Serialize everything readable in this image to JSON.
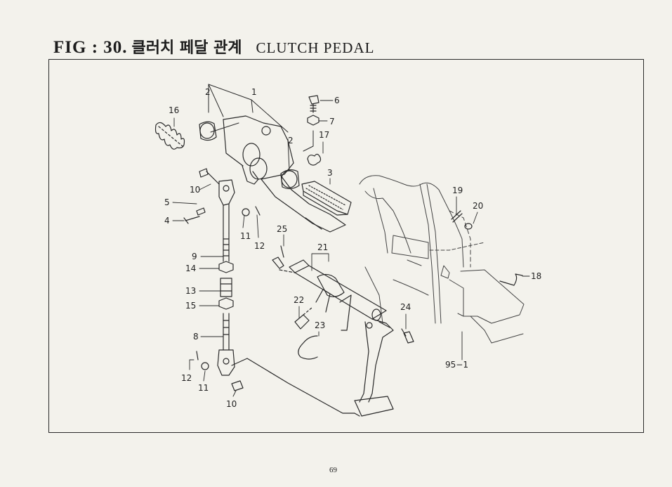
{
  "header": {
    "fig_label": "FIG : 30.",
    "title_ko": "클러치 페달 관계",
    "title_en": "CLUTCH PEDAL"
  },
  "callouts": {
    "c1": "1",
    "c2a": "2",
    "c2b": "2",
    "c3": "3",
    "c4": "4",
    "c5": "5",
    "c6": "6",
    "c7": "7",
    "c8": "8",
    "c9": "9",
    "c10a": "10",
    "c10b": "10",
    "c11a": "11",
    "c11b": "11",
    "c12a": "12",
    "c12b": "12",
    "c13": "13",
    "c14": "14",
    "c15": "15",
    "c16": "16",
    "c17": "17",
    "c18": "18",
    "c19": "19",
    "c20": "20",
    "c21": "21",
    "c22": "22",
    "c23": "23",
    "c24": "24",
    "c25": "25",
    "c95": "95−1"
  },
  "footer": {
    "page_number": "69"
  }
}
